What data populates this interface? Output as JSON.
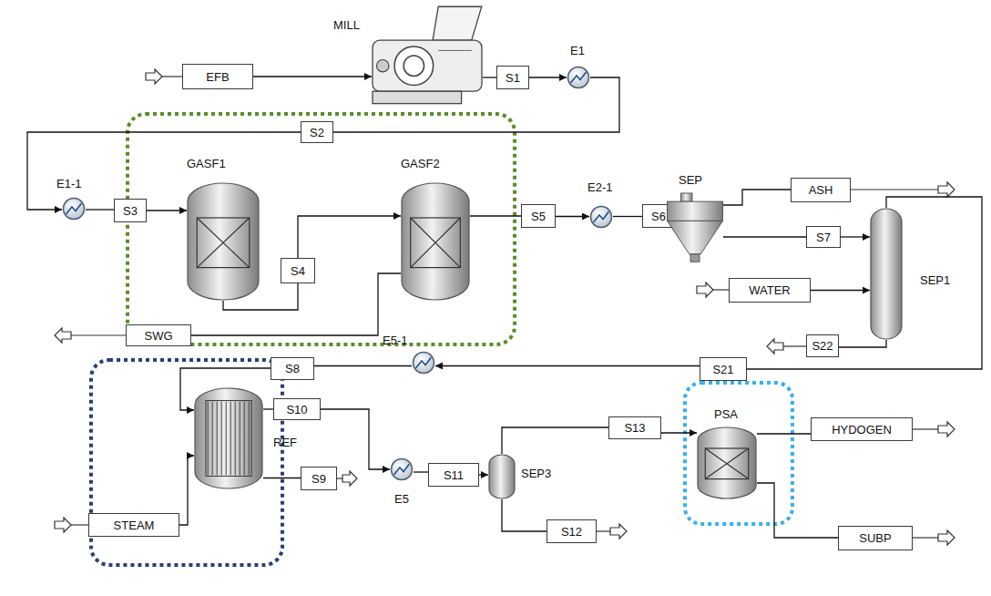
{
  "diagram": {
    "nodes": [
      {
        "text": [
          "MILL"
        ]
      },
      {
        "text": [
          "EFB"
        ]
      },
      {
        "text": [
          "S1"
        ]
      },
      {
        "text": [
          "E1"
        ]
      },
      {
        "text": [
          "S2"
        ]
      },
      {
        "text": [
          "E1-1"
        ]
      },
      {
        "text": [
          "S3"
        ]
      },
      {
        "text": [
          "GASF1"
        ]
      },
      {
        "text": [
          "S4"
        ]
      },
      {
        "text": [
          "SWG"
        ]
      },
      {
        "text": [
          "GASF2"
        ]
      },
      {
        "text": [
          "S5"
        ]
      },
      {
        "text": [
          "E2-1"
        ]
      },
      {
        "text": [
          "S6"
        ]
      },
      {
        "text": [
          "SEP"
        ]
      },
      {
        "text": [
          "ASH"
        ]
      },
      {
        "text": [
          "S7"
        ]
      },
      {
        "text": [
          "WATER"
        ]
      },
      {
        "text": [
          "SEP1"
        ]
      },
      {
        "text": [
          "S22"
        ]
      },
      {
        "text": [
          "S8"
        ]
      },
      {
        "text": [
          "E5-1"
        ]
      },
      {
        "text": [
          "S21"
        ]
      },
      {
        "text": [
          "REF"
        ]
      },
      {
        "text": [
          "S10"
        ]
      },
      {
        "text": [
          "STEAM"
        ]
      },
      {
        "text": [
          "S9"
        ]
      },
      {
        "text": [
          "E5"
        ]
      },
      {
        "text": [
          "S11"
        ]
      },
      {
        "text": [
          "SEP3"
        ]
      },
      {
        "text": [
          "S12"
        ]
      },
      {
        "text": [
          "S13"
        ]
      },
      {
        "text": [
          "PSA"
        ]
      },
      {
        "text": [
          "HYDOGEN"
        ]
      },
      {
        "text": [
          "SUBP"
        ]
      }
    ],
    "edges": [
      {
        "from": 1,
        "to": 0,
        "arrow": "to"
      },
      {
        "from": 0,
        "to": 2,
        "arrow": "none"
      },
      {
        "from": 2,
        "to": 3,
        "arrow": "to"
      },
      {
        "from": 3,
        "to": 4,
        "arrow": "none"
      },
      {
        "from": 4,
        "to": 5,
        "arrow": "to"
      },
      {
        "from": 5,
        "to": 6,
        "arrow": "none"
      },
      {
        "from": 6,
        "to": 7,
        "arrow": "to"
      },
      {
        "from": 7,
        "to": 8,
        "arrow": "none"
      },
      {
        "from": 8,
        "to": 10,
        "arrow": "to"
      },
      {
        "from": 10,
        "to": 9,
        "arrow": "none"
      },
      {
        "from": 10,
        "to": 11,
        "arrow": "none"
      },
      {
        "from": 11,
        "to": 12,
        "arrow": "to"
      },
      {
        "from": 12,
        "to": 13,
        "arrow": "none"
      },
      {
        "from": 13,
        "to": 14,
        "arrow": "to"
      },
      {
        "from": 14,
        "to": 15,
        "arrow": "none"
      },
      {
        "from": 14,
        "to": 16,
        "arrow": "none"
      },
      {
        "from": 16,
        "to": 18,
        "arrow": "to"
      },
      {
        "from": 17,
        "to": 18,
        "arrow": "to"
      },
      {
        "from": 18,
        "to": 19,
        "arrow": "none"
      },
      {
        "from": 18,
        "to": 22,
        "arrow": "none"
      },
      {
        "from": 22,
        "to": 21,
        "arrow": "to"
      },
      {
        "from": 21,
        "to": 20,
        "arrow": "none"
      },
      {
        "from": 20,
        "to": 23,
        "arrow": "to"
      },
      {
        "from": 25,
        "to": 23,
        "arrow": "to"
      },
      {
        "from": 23,
        "to": 24,
        "arrow": "none"
      },
      {
        "from": 24,
        "to": 27,
        "arrow": "to"
      },
      {
        "from": 23,
        "to": 26,
        "arrow": "none"
      },
      {
        "from": 27,
        "to": 28,
        "arrow": "none"
      },
      {
        "from": 28,
        "to": 29,
        "arrow": "to"
      },
      {
        "from": 29,
        "to": 31,
        "arrow": "none"
      },
      {
        "from": 31,
        "to": 32,
        "arrow": "to"
      },
      {
        "from": 29,
        "to": 30,
        "arrow": "none"
      },
      {
        "from": 32,
        "to": 33,
        "arrow": "none"
      },
      {
        "from": 32,
        "to": 34,
        "arrow": "none"
      }
    ]
  }
}
